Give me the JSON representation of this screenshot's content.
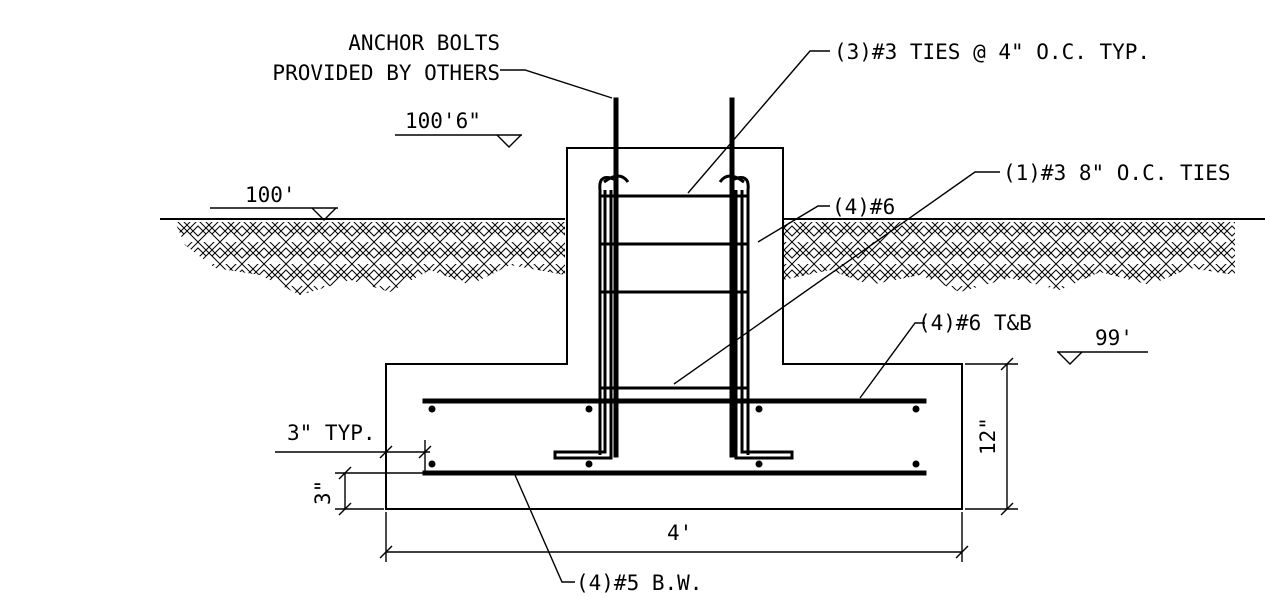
{
  "labels": {
    "anchor_bolts_1": "ANCHOR BOLTS",
    "anchor_bolts_2": "PROVIDED BY OTHERS",
    "ties_3": "(3)#3 TIES @ 4\" O.C. TYP.",
    "ties_1": "(1)#3 8\" O.C. TIES",
    "bars_4_6": "(4)#6",
    "bars_4_6_tb": "(4)#6  T&B",
    "bars_4_5_bw": "(4)#5 B.W.",
    "cover_typ": "3\" TYP."
  },
  "elevations": {
    "top_of_pier": "100'6\"",
    "grade": "100'",
    "bottom": "99'"
  },
  "dimensions": {
    "footing_width": "4'",
    "footing_thickness": "12\"",
    "cover": "3\""
  }
}
